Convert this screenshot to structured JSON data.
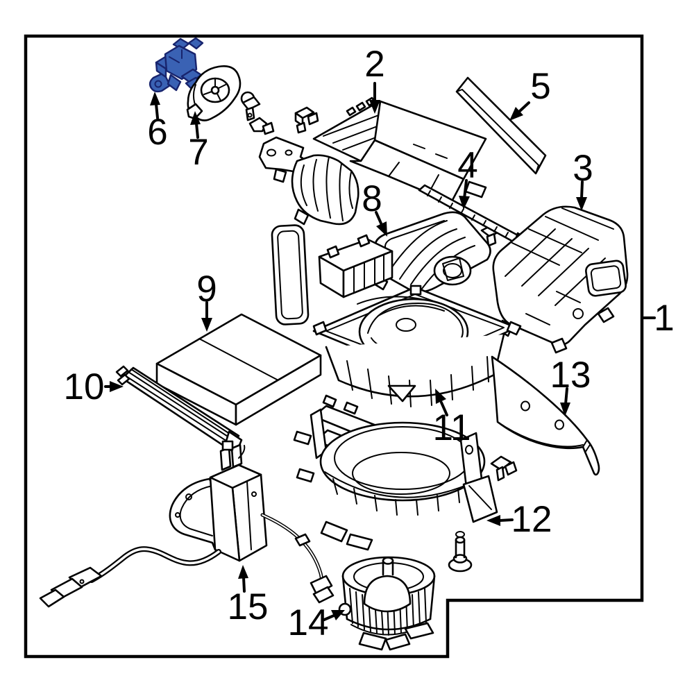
{
  "diagram": {
    "background_color": "#ffffff",
    "line_color": "#000000",
    "highlight_fill": "#3a62b4",
    "highlight_stroke": "#18246d",
    "callouts": [
      {
        "id": "1",
        "label": "1"
      },
      {
        "id": "2",
        "label": "2"
      },
      {
        "id": "3",
        "label": "3"
      },
      {
        "id": "4",
        "label": "4"
      },
      {
        "id": "5",
        "label": "5"
      },
      {
        "id": "6",
        "label": "6"
      },
      {
        "id": "7",
        "label": "7"
      },
      {
        "id": "8",
        "label": "8"
      },
      {
        "id": "9",
        "label": "9"
      },
      {
        "id": "10",
        "label": "10"
      },
      {
        "id": "11",
        "label": "11"
      },
      {
        "id": "12",
        "label": "12"
      },
      {
        "id": "13",
        "label": "13"
      },
      {
        "id": "14",
        "label": "14"
      },
      {
        "id": "15",
        "label": "15"
      }
    ]
  }
}
